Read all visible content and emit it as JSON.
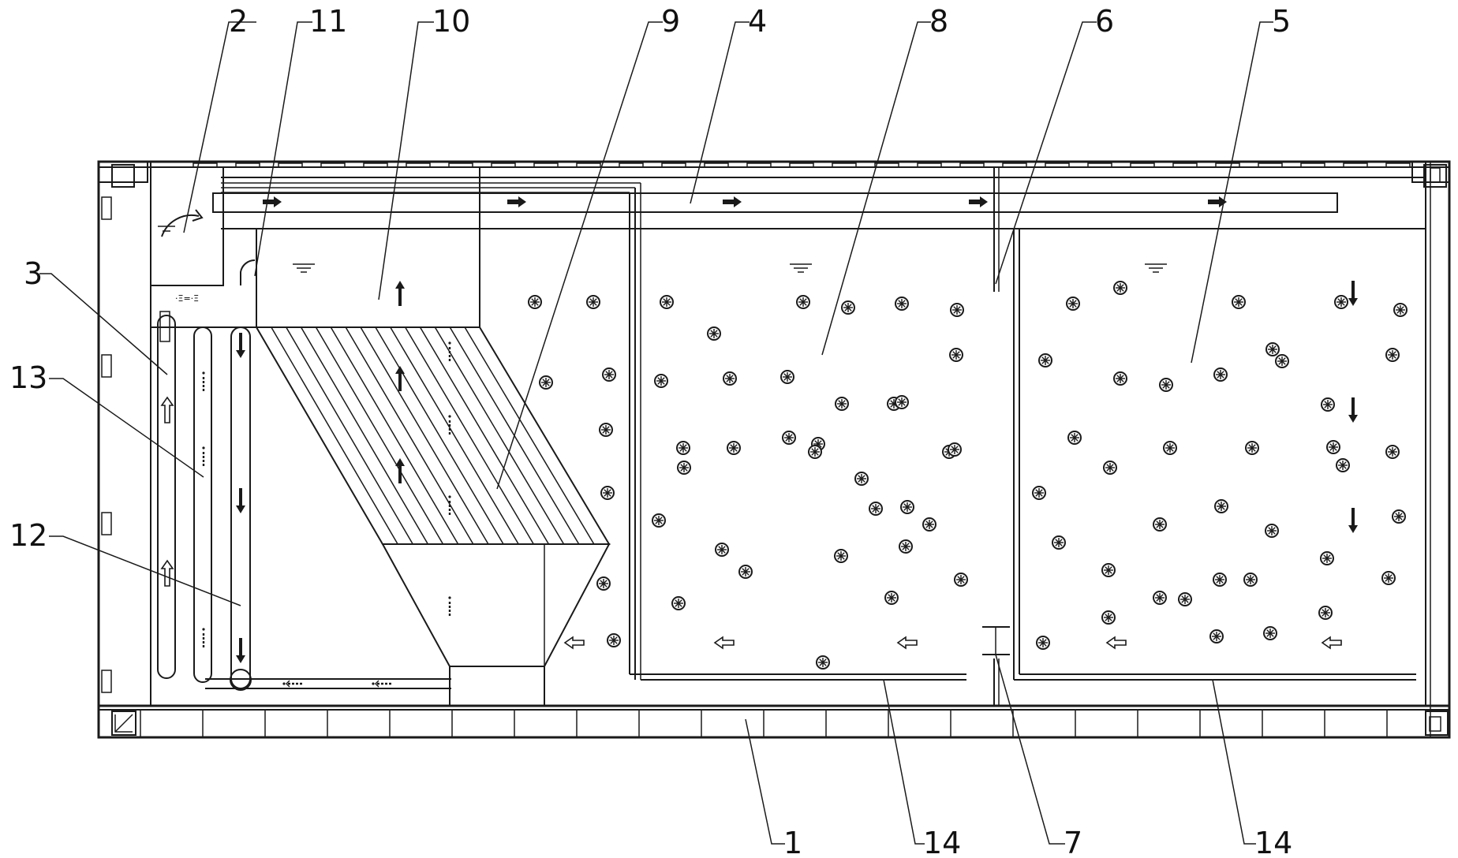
{
  "colors": {
    "line": "#1a1a1a",
    "background": "#ffffff"
  },
  "labels": [
    {
      "id": "2",
      "text": "2"
    },
    {
      "id": "11",
      "text": "11"
    },
    {
      "id": "10",
      "text": "10"
    },
    {
      "id": "9",
      "text": "9"
    },
    {
      "id": "4",
      "text": "4"
    },
    {
      "id": "8",
      "text": "8"
    },
    {
      "id": "6",
      "text": "6"
    },
    {
      "id": "5",
      "text": "5"
    },
    {
      "id": "3",
      "text": "3"
    },
    {
      "id": "13",
      "text": "13"
    },
    {
      "id": "12",
      "text": "12"
    },
    {
      "id": "1",
      "text": "1"
    },
    {
      "id": "14a",
      "text": "14"
    },
    {
      "id": "7",
      "text": "7"
    },
    {
      "id": "14b",
      "text": "14"
    }
  ]
}
